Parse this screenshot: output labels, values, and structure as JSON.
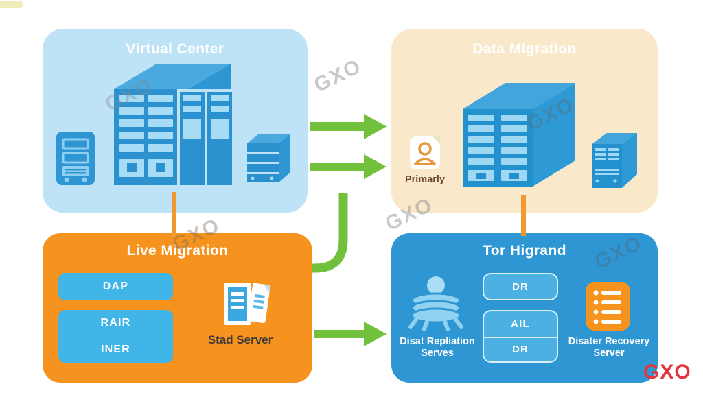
{
  "watermark_text": "GXO",
  "logo_text": "GXO",
  "colors": {
    "box_virtual_center": "#bfe3f6",
    "box_data_migration": "#f9e9ca",
    "box_live_migration": "#f6921e",
    "box_tor_higrand": "#2e96d3",
    "arrow_green": "#72c13d",
    "connector_orange": "#f0992e",
    "button_blue": "#41b4e8",
    "logo_red": "#e5363e"
  },
  "virtual_center": {
    "title": "Virtual Center"
  },
  "data_migration": {
    "title": "Data Migration",
    "primary_caption": "Primarly"
  },
  "live_migration": {
    "title": "Live Migration",
    "buttons": [
      "DAP",
      "RAIR",
      "INER"
    ],
    "server_caption": "Stad Server"
  },
  "tor_higrand": {
    "title": "Tor Higrand",
    "buttons": [
      "DR",
      "AIL",
      "DR"
    ],
    "replication_caption": "Disat Repliation Serves",
    "recovery_caption": "Disater Recovery Server"
  }
}
